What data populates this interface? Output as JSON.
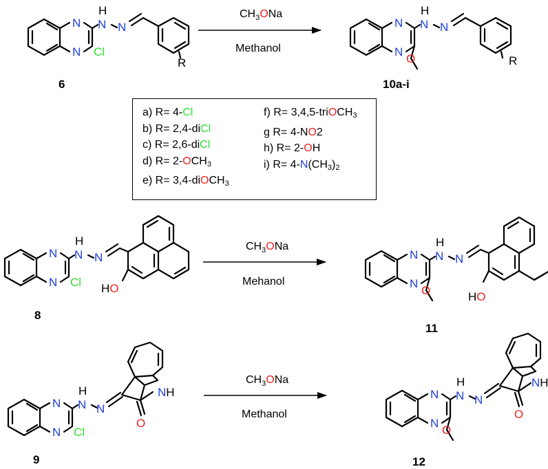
{
  "scheme1": {
    "reactant_label": "6",
    "product_label": "10a-i",
    "reagent_top_prefix": "CH",
    "reagent_top_sub": "3",
    "reagent_top_O": "O",
    "reagent_top_suffix": "Na",
    "reagent_bottom": "Methanol"
  },
  "scheme2": {
    "reactant_label": "8",
    "product_label": "11",
    "reagent_top_prefix": "CH",
    "reagent_top_sub": "3",
    "reagent_top_O": "O",
    "reagent_top_suffix": "Na",
    "reagent_bottom": "Mehanol"
  },
  "scheme3": {
    "reactant_label": "9",
    "product_label": "12",
    "reagent_top_prefix": "CH",
    "reagent_top_sub": "3",
    "reagent_top_O": "O",
    "reagent_top_suffix": "Na",
    "reagent_bottom": "Methanol"
  },
  "atoms": {
    "N": "N",
    "H": "H",
    "O": "O",
    "Cl": "Cl",
    "R": "R",
    "HO": "HO",
    "NH": "NH"
  },
  "legend": {
    "left": [
      {
        "prefix": "a) R= 4-",
        "hl": "Cl",
        "hl_type": "Cl",
        "suffix": "",
        "sub": "",
        "tail": ""
      },
      {
        "prefix": "b) R= 2,4-di",
        "hl": "Cl",
        "hl_type": "Cl",
        "suffix": "",
        "sub": "",
        "tail": ""
      },
      {
        "prefix": "c) R= 2,6-di",
        "hl": "Cl",
        "hl_type": "Cl",
        "suffix": "",
        "sub": "",
        "tail": ""
      },
      {
        "prefix": "d) R= 2-",
        "hl": "O",
        "hl_type": "O",
        "suffix": "CH",
        "sub": "3",
        "tail": ""
      },
      {
        "prefix": "e) R= 3,4-di",
        "hl": "O",
        "hl_type": "O",
        "suffix": "CH",
        "sub": "3",
        "tail": ""
      }
    ],
    "right": [
      {
        "prefix": "f) R= 3,4,5-tri",
        "hl": "O",
        "hl_type": "O",
        "suffix": "CH",
        "sub": "3",
        "tail": ""
      },
      {
        "prefix": "g R= 4-N",
        "hl": "O",
        "hl_type": "O",
        "suffix": "2",
        "sub": "",
        "tail": ""
      },
      {
        "prefix": "h) R= 2-",
        "hl": "O",
        "hl_type": "O",
        "suffix": "H",
        "sub": "",
        "tail": ""
      },
      {
        "prefix": "i) R= 4-",
        "hl": "N",
        "hl_type": "N",
        "suffix": "(CH",
        "sub": "3",
        "tail": ")2"
      }
    ]
  },
  "colors": {
    "nitrogen": "#1f3fd6",
    "oxygen": "#e8221f",
    "chlorine": "#2ee02e",
    "bond": "#000000"
  }
}
